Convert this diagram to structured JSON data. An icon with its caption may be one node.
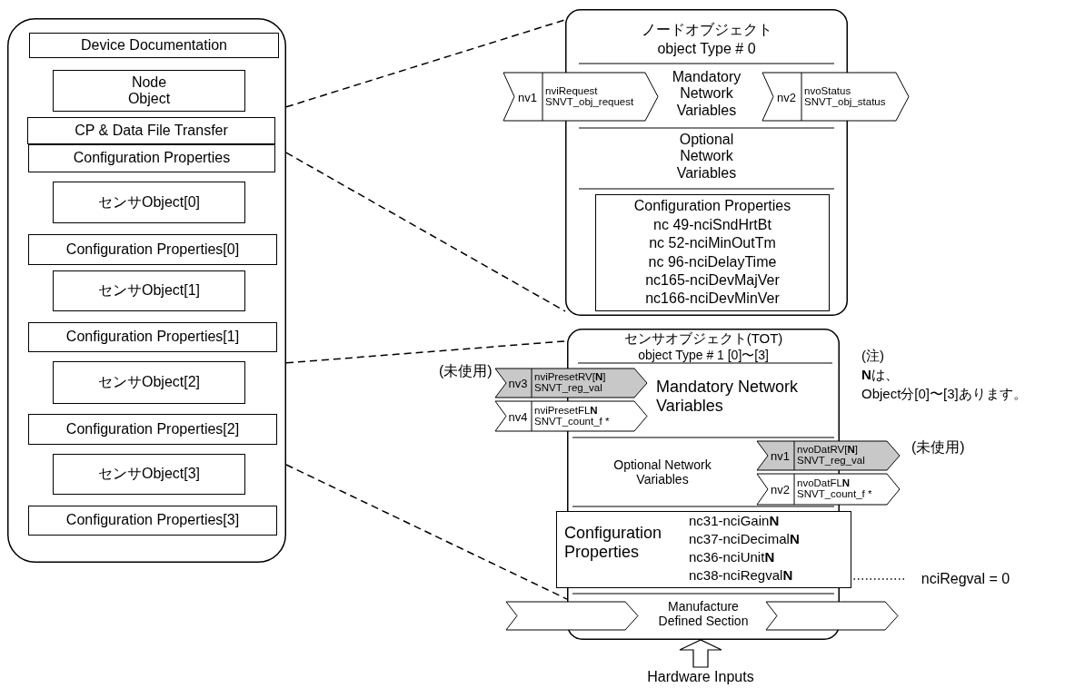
{
  "diagram": {
    "nodes": [
      {
        "text": [],
        "shape": "box"
      },
      {
        "text": [
          "Device Documentation"
        ],
        "in": 0
      },
      {
        "text": [
          "Node Object"
        ],
        "in": 0
      },
      {
        "text": [
          "CP & Data File Transfer"
        ],
        "in": 0
      },
      {
        "text": [
          "Configuration Properties"
        ],
        "in": 0
      },
      {
        "text": [
          "センサObject[0]"
        ],
        "in": 0
      },
      {
        "text": [
          "Configuration Properties[0]"
        ],
        "in": 0
      },
      {
        "text": [
          "センサObject[1]"
        ],
        "in": 0
      },
      {
        "text": [
          "Configuration Properties[1]"
        ],
        "in": 0
      },
      {
        "text": [
          "センサObject[2]"
        ],
        "in": 0
      },
      {
        "text": [
          "Configuration Properties[2]"
        ],
        "in": 0
      },
      {
        "text": [
          "センサObject[3]"
        ],
        "in": 0
      },
      {
        "text": [
          "Configuration Properties[3]"
        ],
        "in": 0
      },
      {
        "text": [
          "ノードオブジェクト",
          "object Type # 0",
          "Mandatory Network Variables",
          "Optional Network Variables"
        ]
      },
      {
        "text": [
          "nv1",
          "nviRequest SNVT_obj_request"
        ]
      },
      {
        "text": [
          "nv2",
          "nvoStatus SNVT_obj_status"
        ]
      },
      {
        "text": [
          "Configuration Properties",
          "nc 49-nciSndHrtBt",
          "nc 52-nciMinOutTm",
          "nc 96-nciDelayTime",
          "nc165-nciDevMajVer",
          "nc166-nciDevMinVer"
        ],
        "in": 13
      },
      {
        "text": [
          "センサオブジェクト(TOT)",
          "object Type # 1 [0]〜[3]",
          "Mandatory Network Variables",
          "Optional Network Variables",
          "Manufacture Defined Section"
        ]
      },
      {
        "text": [
          "nv3",
          "nviPresetRV[**N**] SNVT_reg_val"
        ],
        "beside": [
          "(未使用)"
        ]
      },
      {
        "text": [
          "nv4",
          "nviPresetFL**N** SNVT_count_f *"
        ]
      },
      {
        "text": [
          "nv1",
          "nvoDatRV[**N**] SNVT_reg_val"
        ],
        "beside": [
          "(未使用)"
        ]
      },
      {
        "text": [
          "nv2",
          "nvoDatFL**N** SNVT_count_f *"
        ]
      },
      {
        "text": [
          "Configuration Properties",
          "nc31-nciGain**N**",
          "nc37-nciDecimal**N**",
          "nc36-nciUnit**N**",
          "nc38-nciRegval**N**"
        ]
      },
      {
        "text": [],
        "shape": "chevron"
      },
      {
        "text": [],
        "shape": "chevron"
      },
      {
        "text": [
          "nciRegval = 0"
        ]
      },
      {
        "text": [
          "Hardware Inputs"
        ]
      }
    ],
    "edges": [
      {
        "from": 0,
        "to": 13,
        "arrow": "none",
        "style": "dashed"
      },
      {
        "from": 0,
        "to": 13,
        "arrow": "none",
        "style": "dashed"
      },
      {
        "from": 0,
        "to": 17,
        "arrow": "none",
        "style": "dashed"
      },
      {
        "from": 0,
        "to": 17,
        "arrow": "none",
        "style": "dashed"
      },
      {
        "from": 25,
        "to": 22,
        "arrow": "none",
        "style": "dashed"
      },
      {
        "from": 26,
        "to": 17,
        "arrow": "to",
        "style": "thick"
      }
    ],
    "labels": [
      "(注)",
      "**N**は、",
      "Object分[0]〜[3]あります。"
    ]
  }
}
